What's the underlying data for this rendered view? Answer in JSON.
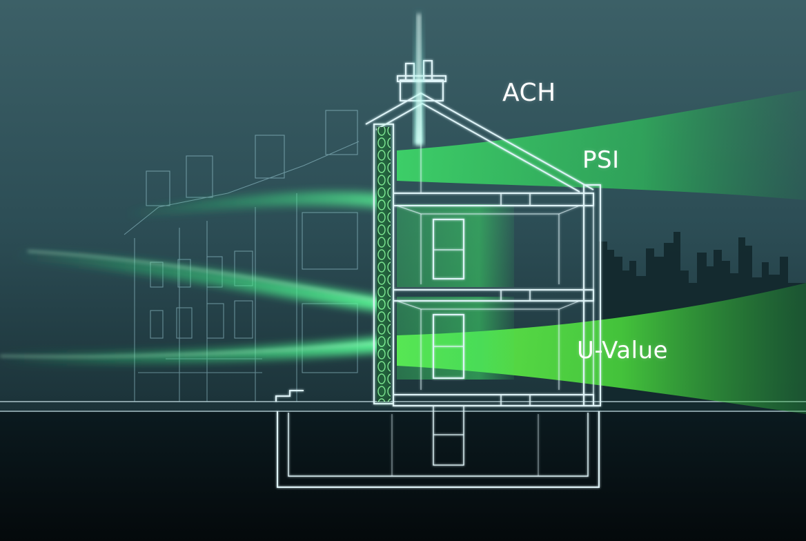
{
  "labels": {
    "ach": "ACH",
    "psi": "PSI",
    "uvalue": "U-Value"
  },
  "colors": {
    "background_top": "#3a5f66",
    "background_bottom": "#0a1a20",
    "ground": "#061114",
    "outline": "#cfeaf0",
    "glow_green": "#39e06a",
    "bright_green": "#7dff5a",
    "skyline": "#122a2e"
  },
  "icons": {
    "house": "house-section-icon",
    "skyline": "city-skyline-icon"
  }
}
